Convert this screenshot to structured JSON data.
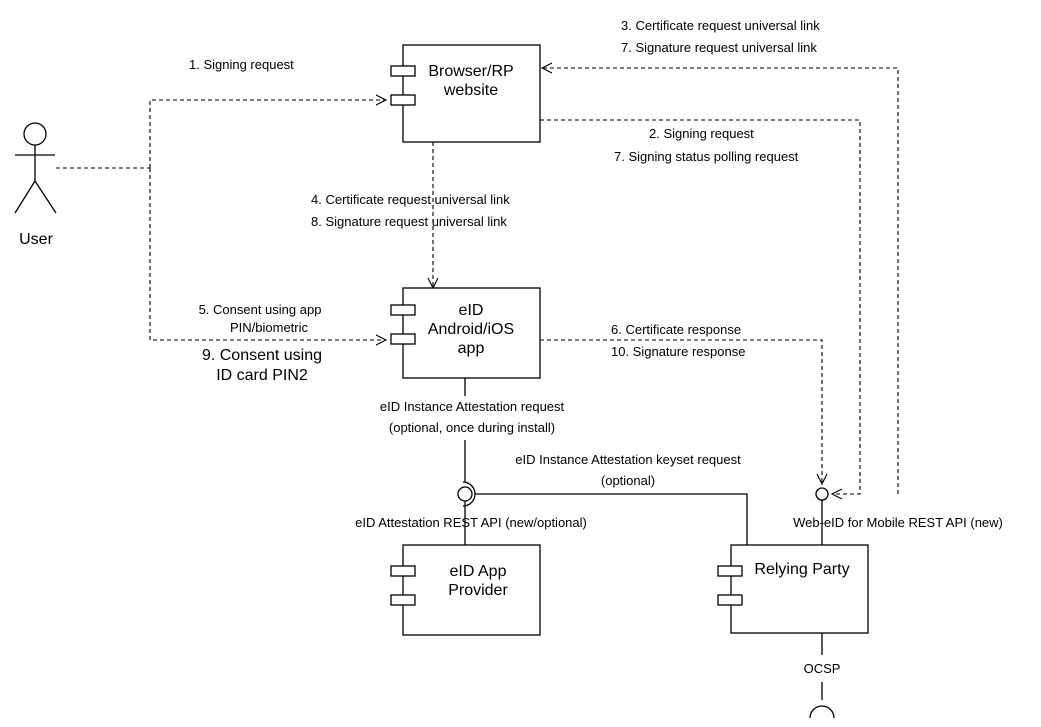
{
  "actor": {
    "label": "User"
  },
  "components": {
    "browser": {
      "lines": [
        "Browser/RP",
        "website"
      ]
    },
    "app": {
      "lines": [
        "eID",
        "Android/iOS",
        "app"
      ]
    },
    "provider": {
      "lines": [
        "eID App",
        "Provider"
      ]
    },
    "relying_party": {
      "lines": [
        "Relying Party"
      ]
    }
  },
  "labels": {
    "signing_request_1": "1. Signing request",
    "cert_link_3": "3. Certificate request universal link",
    "sig_link_7": "7. Signature request universal link",
    "signing_request_2": "2. Signing request",
    "polling_7": "7. Signing status polling request",
    "cert_link_4": "4. Certificate request universal link",
    "sig_link_8": "8. Signature request universal link",
    "consent_5_line1": "5. Consent using app",
    "consent_5_line2": "PIN/biometric",
    "consent_9_line1": "9. Consent using",
    "consent_9_line2": "ID card PIN2",
    "cert_response_6": "6. Certificate response",
    "sig_response_10": "10. Signature response",
    "attestation_req_line1": "eID Instance Attestation request",
    "attestation_req_line2": "(optional, once during install)",
    "keyset_req_line1": "eID Instance Attestation keyset request",
    "keyset_req_line2": "(optional)",
    "attestation_api": "eID Attestation REST API (new/optional)",
    "mobile_api": "Web-eID for Mobile REST API (new)",
    "ocsp": "OCSP"
  }
}
